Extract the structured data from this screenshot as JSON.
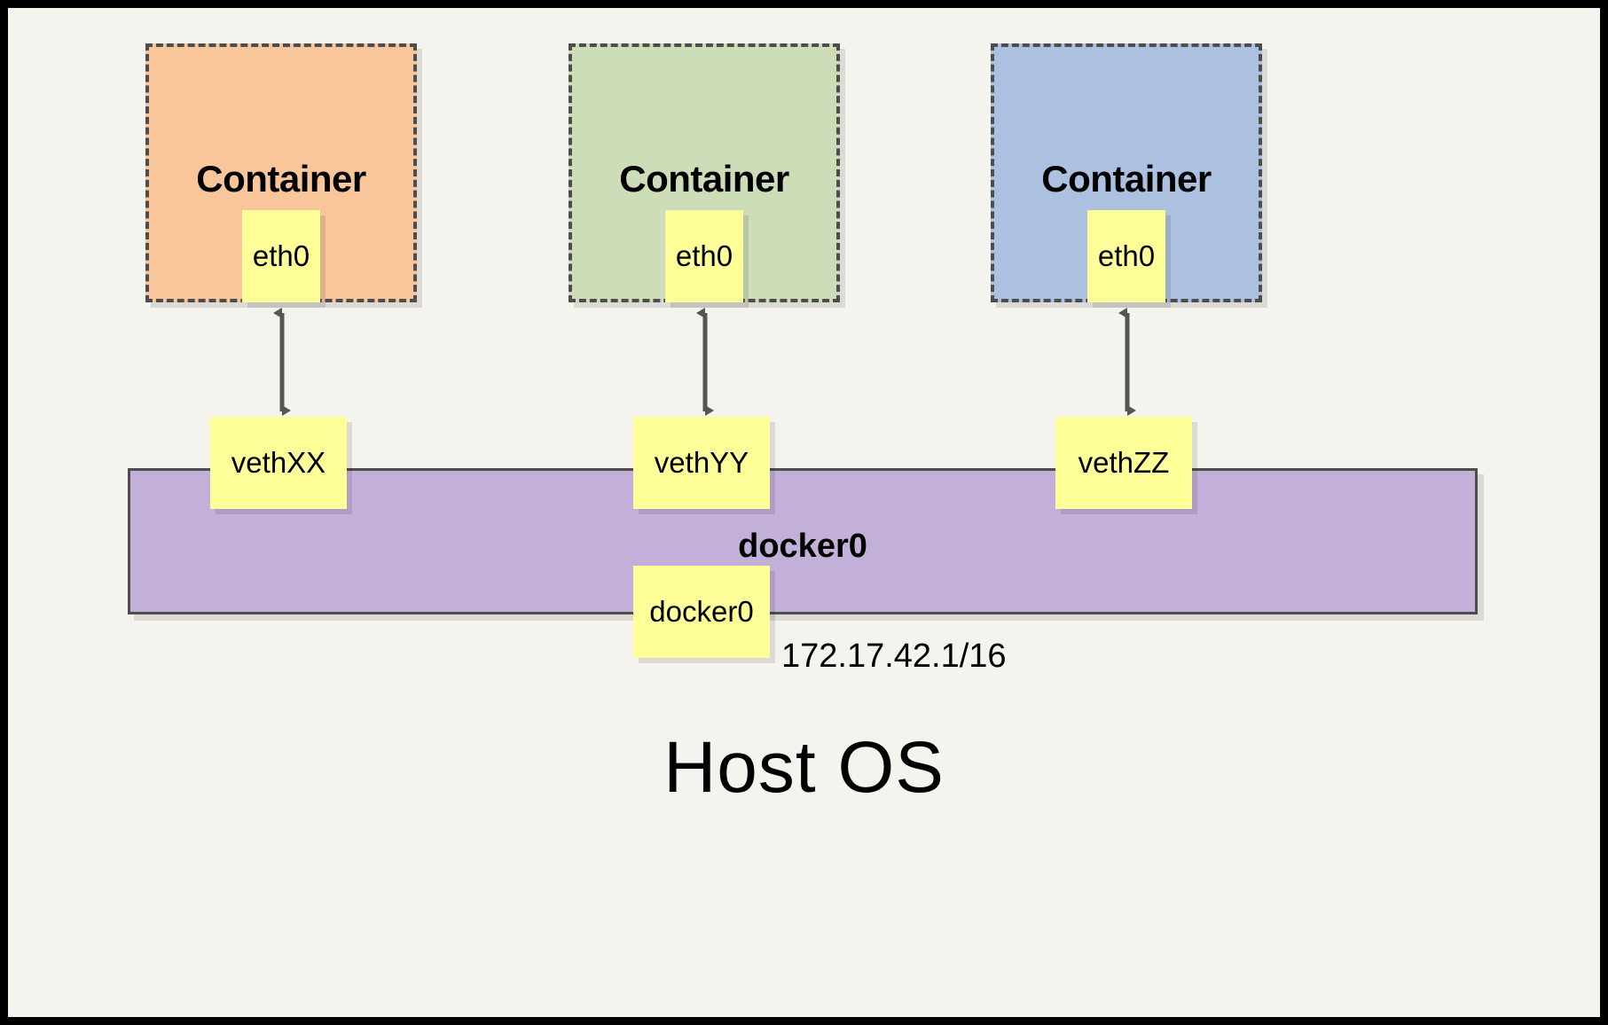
{
  "diagram": {
    "title_label": "Host OS",
    "bridge": {
      "name": "docker0",
      "endpoint_label": "docker0",
      "ip_label": "172.17.42.1/16",
      "color": "#c3b0d8"
    },
    "containers": [
      {
        "label": "Container",
        "iface": "eth0",
        "color": "#f8c69a",
        "veth": "vethXX"
      },
      {
        "label": "Container",
        "iface": "eth0",
        "color": "#cdddb8",
        "veth": "vethYY"
      },
      {
        "label": "Container",
        "iface": "eth0",
        "color": "#acc1e0",
        "veth": "vethZZ"
      }
    ],
    "colors": {
      "background": "#f4f3ee",
      "frame": "#000000",
      "iface_box": "#ffff99",
      "stroke": "#4d4d4d"
    }
  }
}
